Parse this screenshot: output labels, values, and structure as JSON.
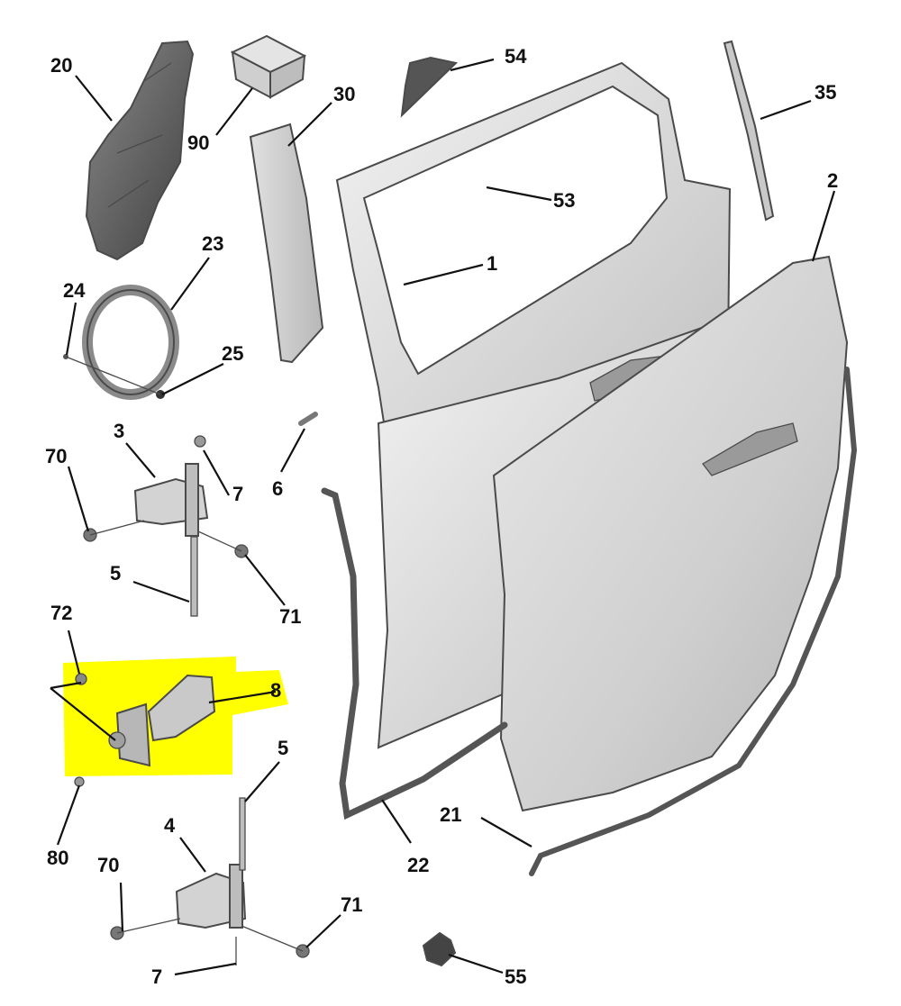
{
  "diagram": {
    "highlight_color": "#ffff00",
    "callouts": [
      {
        "id": "20",
        "label": "20"
      },
      {
        "id": "90",
        "label": "90"
      },
      {
        "id": "30",
        "label": "30"
      },
      {
        "id": "54",
        "label": "54"
      },
      {
        "id": "35",
        "label": "35"
      },
      {
        "id": "53",
        "label": "53"
      },
      {
        "id": "1",
        "label": "1"
      },
      {
        "id": "2",
        "label": "2"
      },
      {
        "id": "23",
        "label": "23"
      },
      {
        "id": "24",
        "label": "24"
      },
      {
        "id": "25",
        "label": "25"
      },
      {
        "id": "3",
        "label": "3"
      },
      {
        "id": "70a",
        "label": "70"
      },
      {
        "id": "7a",
        "label": "7"
      },
      {
        "id": "6",
        "label": "6"
      },
      {
        "id": "5a",
        "label": "5"
      },
      {
        "id": "71a",
        "label": "71"
      },
      {
        "id": "72",
        "label": "72"
      },
      {
        "id": "8",
        "label": "8"
      },
      {
        "id": "80",
        "label": "80"
      },
      {
        "id": "5b",
        "label": "5"
      },
      {
        "id": "4",
        "label": "4"
      },
      {
        "id": "70b",
        "label": "70"
      },
      {
        "id": "71b",
        "label": "71"
      },
      {
        "id": "7b",
        "label": "7"
      },
      {
        "id": "21",
        "label": "21"
      },
      {
        "id": "22",
        "label": "22"
      },
      {
        "id": "55",
        "label": "55"
      }
    ]
  }
}
